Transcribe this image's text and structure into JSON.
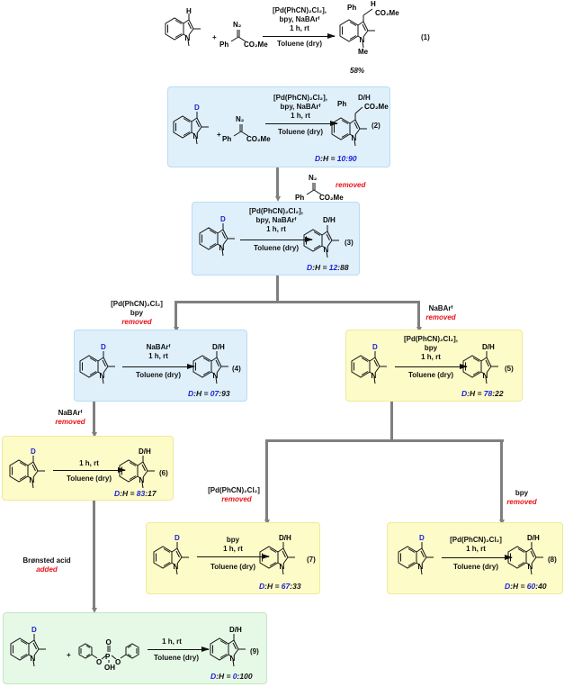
{
  "colors": {
    "blue_box": "#dff0fb",
    "yellow_box": "#fdfbc8",
    "green_box": "#e6f8e6",
    "deuterium_label": "#1a22d6",
    "removed_label": "#e8141c",
    "connector": "#7f7f7f"
  },
  "labels": {
    "D": "D",
    "DH": "D/H",
    "H": "H",
    "N": "N",
    "Ph": "Ph",
    "CO2Me": "CO₂Me",
    "N2": "N₂",
    "Me": "Me",
    "plus": "+",
    "O": "O",
    "P": "P",
    "OH": "OH",
    "ratio_prefix_D": "D",
    "ratio_prefix_rest": ":H = "
  },
  "reactions": [
    {
      "id": "1",
      "eq_label": "(1)",
      "conditions": [
        "[Pd(PhCN)₂Cl₂],",
        "bpy, NaBArᶠ",
        "1 h, rt"
      ],
      "solvent": "Toluene (dry)",
      "yield": "58%"
    },
    {
      "id": "2",
      "eq_label": "(2)",
      "conditions": [
        "[Pd(PhCN)₂Cl₂],",
        "bpy, NaBArᶠ",
        "1 h, rt"
      ],
      "solvent": "Toluene (dry)",
      "ratio_d": "10",
      "ratio_h": ":90"
    },
    {
      "id": "3",
      "eq_label": "(3)",
      "conditions": [
        "[Pd(PhCN)₂Cl₂],",
        "bpy, NaBArᶠ",
        "1 h, rt"
      ],
      "solvent": "Toluene (dry)",
      "ratio_d": "12",
      "ratio_h": ":88"
    },
    {
      "id": "4",
      "eq_label": "(4)",
      "conditions": [
        "NaBArᶠ",
        "1 h, rt"
      ],
      "solvent": "Toluene (dry)",
      "ratio_d": "07",
      "ratio_h": ":93"
    },
    {
      "id": "5",
      "eq_label": "(5)",
      "conditions": [
        "[Pd(PhCN)₂Cl₂],",
        "bpy",
        "1 h, rt"
      ],
      "solvent": "Toluene (dry)",
      "ratio_d": "78",
      "ratio_h": ":22"
    },
    {
      "id": "6",
      "eq_label": "(6)",
      "conditions": [
        "1 h, rt"
      ],
      "solvent": "Toluene (dry)",
      "ratio_d": "83",
      "ratio_h": ":17"
    },
    {
      "id": "7",
      "eq_label": "(7)",
      "conditions": [
        "bpy",
        "1 h, rt"
      ],
      "solvent": "Toluene (dry)",
      "ratio_d": "67",
      "ratio_h": ":33"
    },
    {
      "id": "8",
      "eq_label": "(8)",
      "conditions": [
        "[Pd(PhCN)₂Cl₂]",
        "1 h, rt"
      ],
      "solvent": "Toluene (dry)",
      "ratio_d": "60",
      "ratio_h": ":40"
    },
    {
      "id": "9",
      "eq_label": "(9)",
      "conditions": [
        "1 h, rt"
      ],
      "solvent": "Toluene (dry)",
      "ratio_d": "0",
      "ratio_h": ":100"
    }
  ],
  "transitions": {
    "t2_3": {
      "reagent": "",
      "status": "removed"
    },
    "t3_4": {
      "reagent_lines": [
        "[Pd(PhCN)₂Cl₂]",
        "bpy"
      ],
      "status": "removed"
    },
    "t3_5": {
      "reagent_lines": [
        "NaBArᶠ"
      ],
      "status": "removed"
    },
    "t4_6": {
      "reagent_lines": [
        "NaBArᶠ"
      ],
      "status": "removed"
    },
    "t5_7": {
      "reagent_lines": [
        "[Pd(PhCN)₂Cl₂]"
      ],
      "status": "removed"
    },
    "t5_8": {
      "reagent_lines": [
        "bpy"
      ],
      "status": "removed"
    },
    "t6_9": {
      "reagent_lines": [
        "Brønsted acid"
      ],
      "status": "added"
    }
  }
}
